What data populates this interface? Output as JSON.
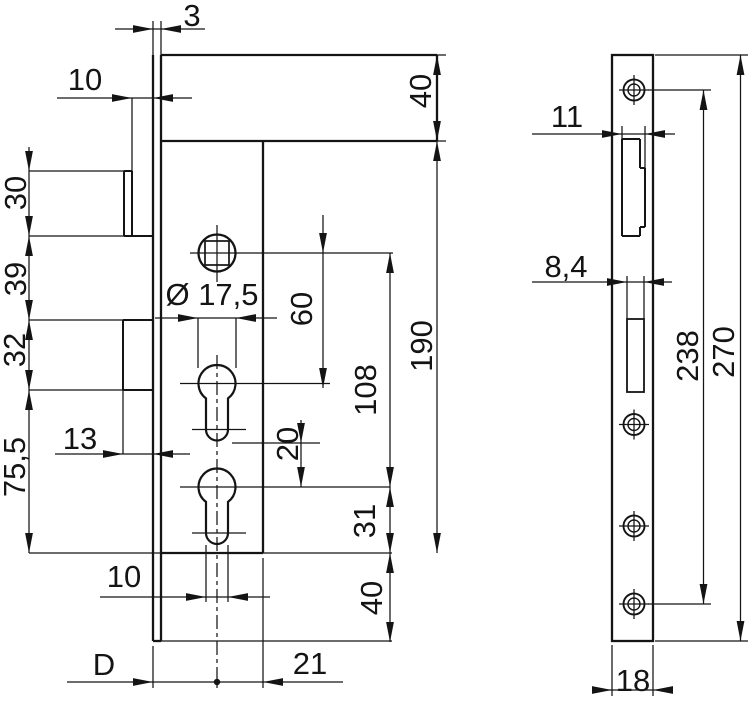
{
  "side_view": {
    "dim_faceplate_thickness": "3",
    "dim_latch_protrusion": "10",
    "dim_top_edge_to_case": "40",
    "dim_latch_height": "30",
    "dim_latch_to_deadbolt": "39",
    "dim_deadbolt_height": "32",
    "dim_deadbolt_to_case_bottom": "75,5",
    "dim_cylinder_diameter": "Ø 17,5",
    "dim_hub_to_cylinder1": "60",
    "dim_hub_to_cylinder2": "108",
    "dim_case_height": "190",
    "dim_deadbolt_protrusion": "13",
    "dim_cylinder1_to_cylinder2": "20",
    "dim_cylinder2_to_case_bottom": "31",
    "dim_cylinder_stem_width": "10",
    "dim_case_bottom_to_plate_end": "40",
    "dim_backset": "D",
    "dim_center_to_case_edge": "21"
  },
  "front_view": {
    "dim_latch_width": "11",
    "dim_cylinder_slot_width": "8,4",
    "dim_screw_hole_spacing": "238",
    "dim_faceplate_length": "270",
    "dim_faceplate_width": "18"
  },
  "colors": {
    "line": "#141414",
    "background": "#ffffff"
  }
}
